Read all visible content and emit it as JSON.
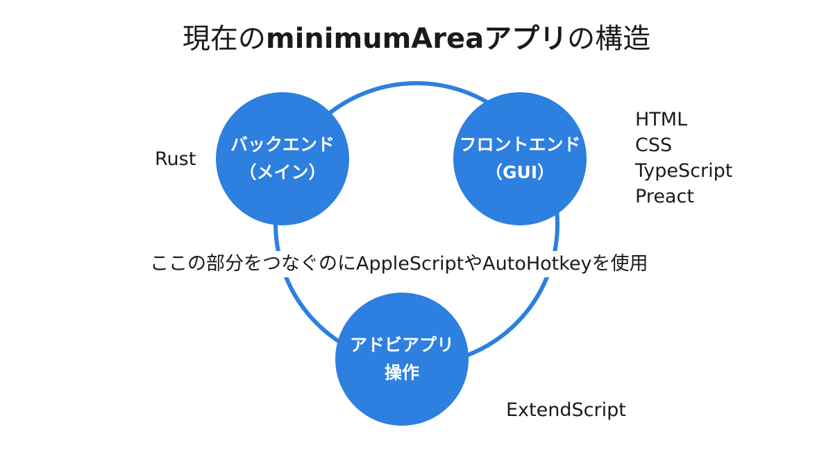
{
  "title": {
    "prefix": "現在の",
    "app_name": "minimumArea",
    "app_word": "アプリ",
    "suffix": "の構造"
  },
  "nodes": {
    "backend": {
      "line1": "バックエンド",
      "line2": "（メイン）"
    },
    "frontend": {
      "line1": "フロントエンド",
      "line2": "（GUI）"
    },
    "app": {
      "line1": "アドビアプリ",
      "line2": "操作"
    }
  },
  "tech": {
    "backend": [
      "Rust"
    ],
    "frontend": [
      "HTML",
      "CSS",
      "TypeScript",
      "Preact"
    ],
    "app": [
      "ExtendScript"
    ]
  },
  "connector_text": "ここの部分をつなぐのにAppleScriptやAutoHotkeyを使用",
  "colors": {
    "node_fill": "#2d7fe0",
    "ring_stroke": "#2d7fe0",
    "text": "#1a1a1a",
    "node_text": "#ffffff"
  }
}
